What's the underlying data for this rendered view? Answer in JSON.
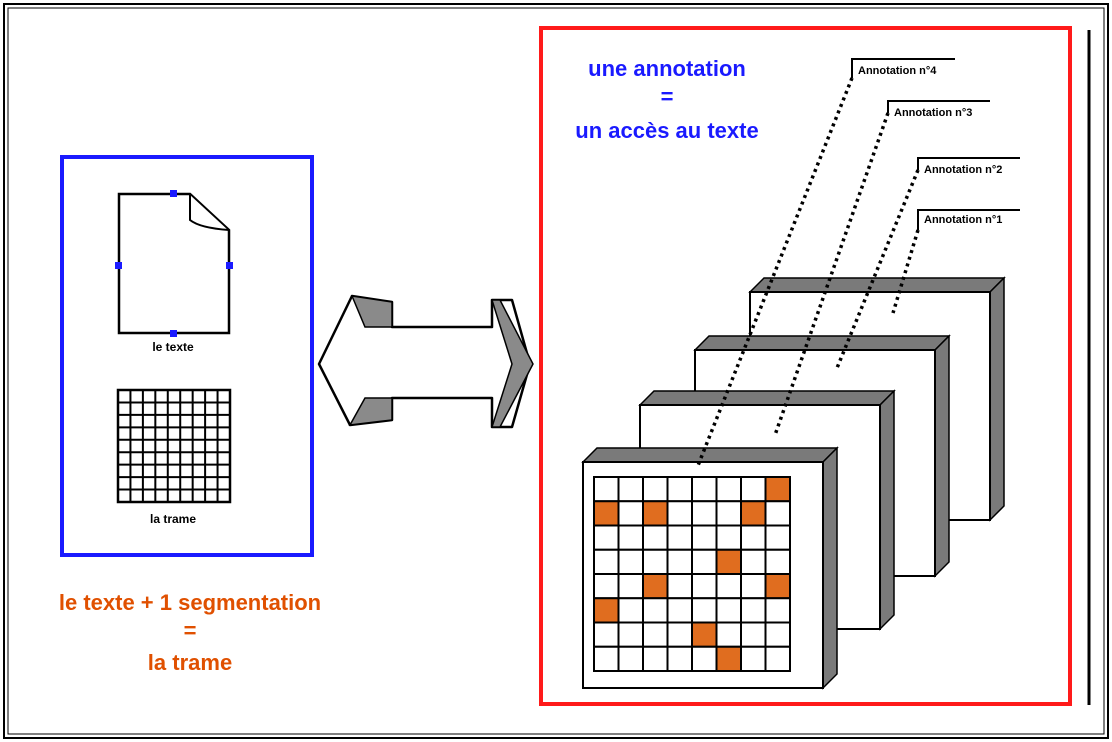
{
  "left_panel": {
    "icon_label": "le texte",
    "grid_label": "la trame",
    "caption_line1": "le texte + 1 segmentation",
    "caption_line2": "=",
    "caption_line3": "la trame"
  },
  "right_panel": {
    "heading_line1": "une annotation",
    "heading_line2": "=",
    "heading_line3": "un accès au texte",
    "annotations": [
      "Annotation n°4",
      "Annotation n°3",
      "Annotation n°2",
      "Annotation n°1"
    ]
  },
  "front_grid": {
    "rows": 8,
    "cols": 8,
    "highlighted_cells": [
      [
        0,
        7
      ],
      [
        1,
        0
      ],
      [
        1,
        2
      ],
      [
        1,
        6
      ],
      [
        3,
        5
      ],
      [
        4,
        2
      ],
      [
        4,
        7
      ],
      [
        5,
        0
      ],
      [
        6,
        4
      ],
      [
        7,
        5
      ]
    ]
  },
  "colors": {
    "left_frame": "#1a1aff",
    "right_frame": "#ff1a1a",
    "caption": "#e05000",
    "heading": "#1a1aff",
    "cell_fill": "#e06d1f",
    "layer_side": "#7a7a7a"
  }
}
